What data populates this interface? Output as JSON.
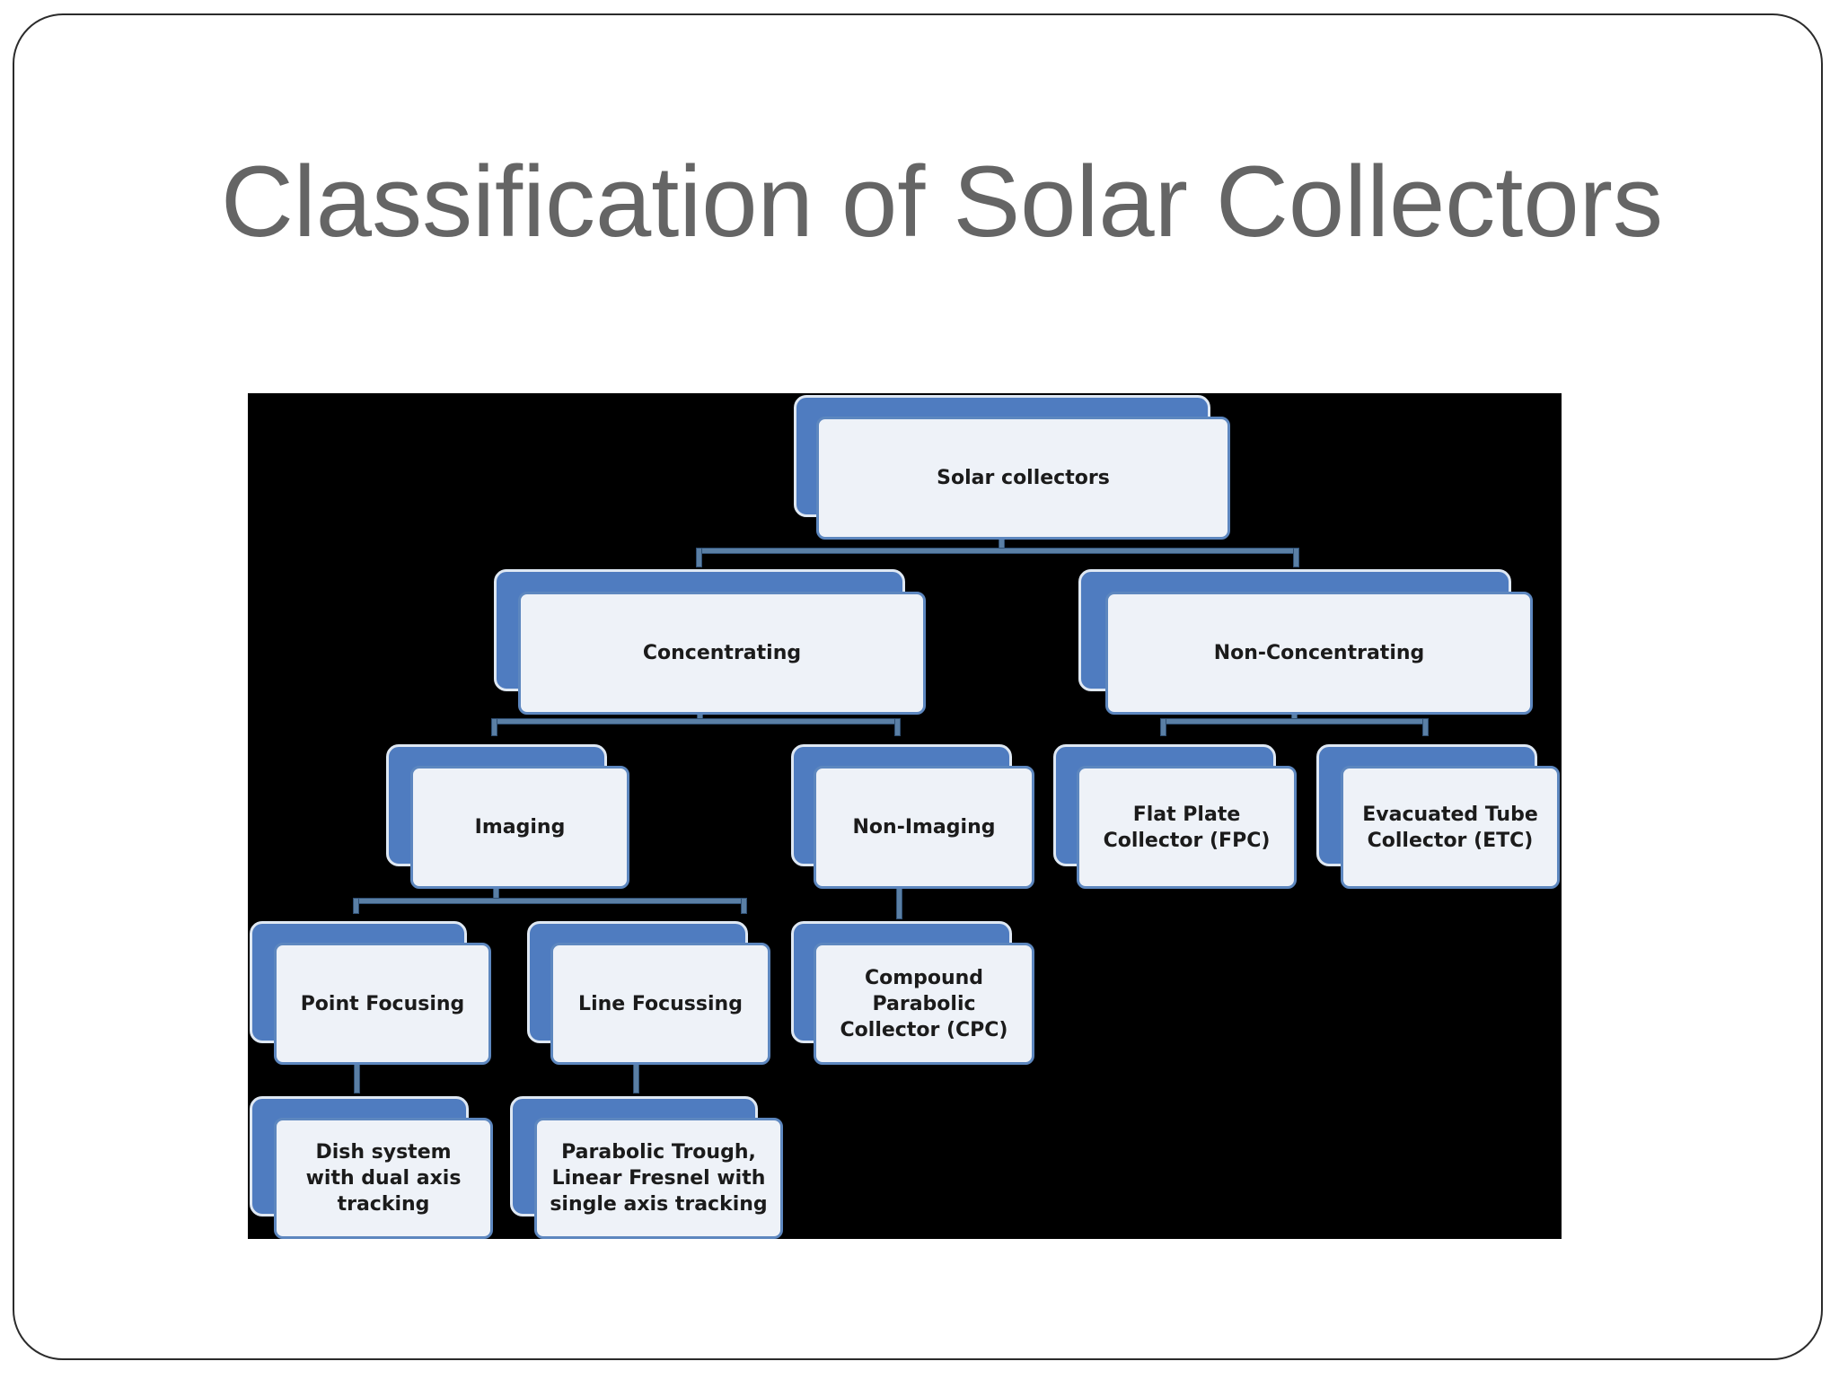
{
  "slide": {
    "title": "Classification of Solar Collectors"
  },
  "diagram": {
    "nodes": {
      "root": "Solar collectors",
      "concentrating": "Concentrating",
      "non_concentrating": "Non-Concentrating",
      "imaging": "Imaging",
      "non_imaging": "Non-Imaging",
      "flat_plate": "Flat Plate\nCollector (FPC)",
      "evacuated_tube": "Evacuated Tube\nCollector (ETC)",
      "point_focusing": "Point Focusing",
      "line_focussing": "Line Focussing",
      "compound_parabolic": "Compound\nParabolic\nCollector (CPC)",
      "dish_system": "Dish system\nwith dual axis\ntracking",
      "parabolic_trough": "Parabolic Trough,\nLinear Fresnel with\nsingle axis tracking"
    },
    "colors": {
      "panel_background": "#000000",
      "node_fill": "#eef2f8",
      "node_shadow": "#4f7cc0",
      "connector": "#5a7fa5",
      "title_text": "#656565"
    }
  }
}
